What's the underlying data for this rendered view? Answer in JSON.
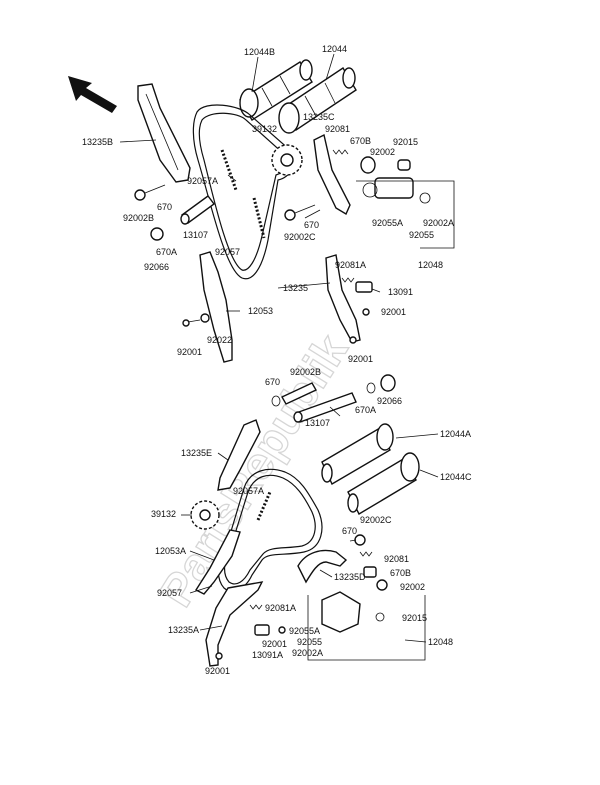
{
  "watermark": "PartsRepublik",
  "labels": {
    "l12044B_top": "12044B",
    "l12044_top": "12044",
    "l13235B": "13235B",
    "l13235C": "13235C",
    "l92081_top": "92081",
    "l39132_top": "39132",
    "l670B_top": "670B",
    "l92015_top": "92015",
    "l92002_top": "92002",
    "l92057A_top": "92057A",
    "l670_top_left": "670",
    "l92002B_top": "92002B",
    "l13107_top": "13107",
    "l670A_top": "670A",
    "l92066_top": "92066",
    "l670_top_mid": "670",
    "l92002C_top": "92002C",
    "l92057_top": "92057",
    "l92055A_top": "92055A",
    "l92002A_top": "92002A",
    "l92055_top": "92055",
    "l12048_top": "12048",
    "l92081A_top": "92081A",
    "l13235": "13235",
    "l13091_top": "13091",
    "l12053": "12053",
    "l92001_top_right": "92001",
    "l92022": "92022",
    "l92001_top_left": "92001",
    "l92001_top_mid": "92001",
    "l92002B_bot": "92002B",
    "l670_bot_left": "670",
    "l92066_bot": "92066",
    "l670A_bot": "670A",
    "l13107_bot": "13107",
    "l12044A": "12044A",
    "l13235E": "13235E",
    "l12044C": "12044C",
    "l92057A_bot": "92057A",
    "l39132_bot": "39132",
    "l92002C_bot": "92002C",
    "l670_bot_mid": "670",
    "l12053A": "12053A",
    "l92081_bot": "92081",
    "l13235D": "13235D",
    "l670B_bot": "670B",
    "l92057_bot": "92057",
    "l92002_bot": "92002",
    "l92081A_bot": "92081A",
    "l92015_bot": "92015",
    "l13235A": "13235A",
    "l92001_bot_mid": "92001",
    "l92055A_bot": "92055A",
    "l92055_bot": "92055",
    "l12048_bot": "12048",
    "l13091A": "13091A",
    "l92002A_bot": "92002A",
    "l92001_bot": "92001"
  },
  "icons": {
    "direction_arrow": "front-direction-arrow-icon"
  }
}
